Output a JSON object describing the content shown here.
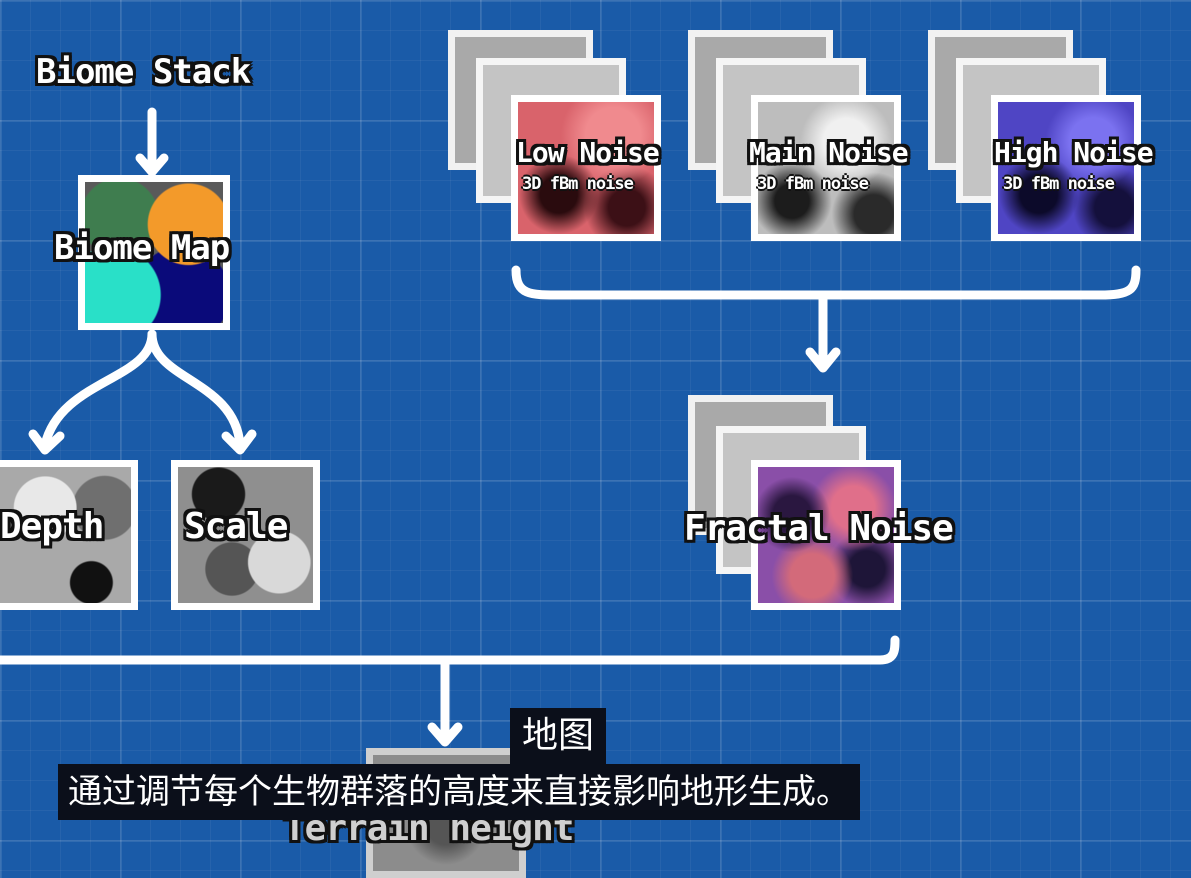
{
  "nodes": {
    "biome_stack": "Biome Stack",
    "biome_map": "Biome Map",
    "depth": "Depth",
    "scale": "Scale",
    "low_noise": {
      "title": "Low Noise",
      "subtitle": "3D fBm noise"
    },
    "main_noise": {
      "title": "Main Noise",
      "subtitle": "3D fBm noise"
    },
    "high_noise": {
      "title": "High Noise",
      "subtitle": "3D fBm noise"
    },
    "fractal_noise": "Fractal Noise",
    "terrain_height": "Terrain height"
  },
  "captions": {
    "line1": "地图",
    "line2": "通过调节每个生物群落的高度来直接影响地形生成。"
  },
  "colors": {
    "background": "#1a5ba8",
    "wire": "#ffffff",
    "low_noise": "#d9636b",
    "main_noise": "#bdbdbd",
    "high_noise": "#4f45c4",
    "fractal_noise": "#8a4fa8"
  }
}
